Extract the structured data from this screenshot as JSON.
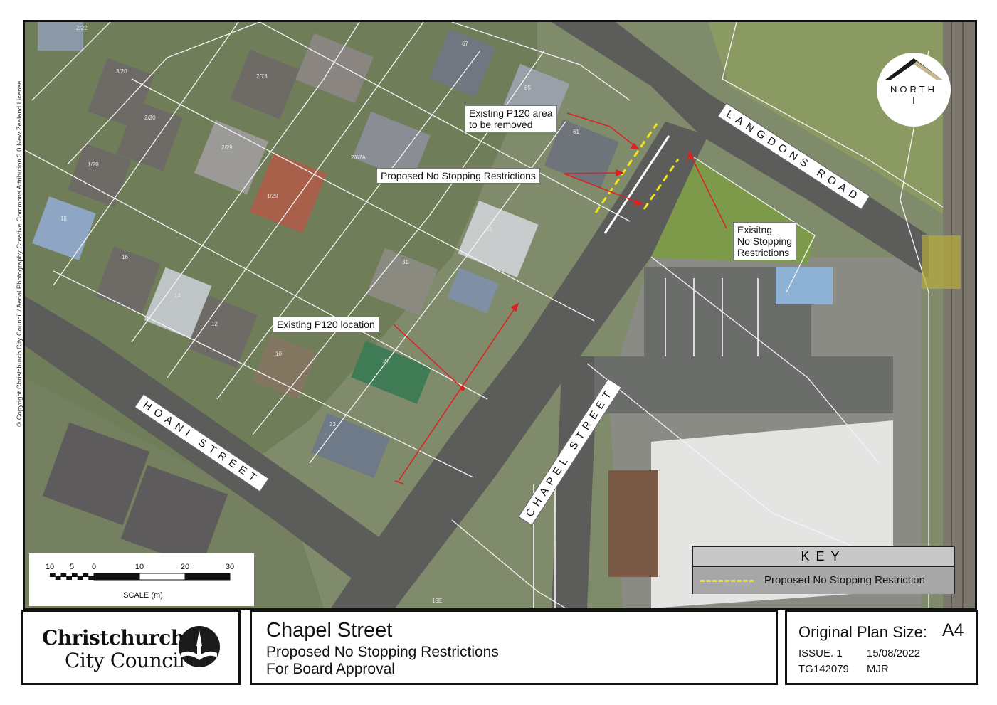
{
  "map": {
    "callouts": {
      "existing_p120_area_line1": "Existing P120 area",
      "existing_p120_area_line2": "to be removed",
      "proposed_no_stopping": "Proposed No Stopping Restrictions",
      "existing_no_stopping_line1": "Exisitng",
      "existing_no_stopping_line2": "No Stopping",
      "existing_no_stopping_line3": "Restrictions",
      "existing_p120_location": "Existing P120 location"
    },
    "streets": {
      "langdons_road": "LANGDONS ROAD",
      "chapel_street": "CHAPEL STREET",
      "hoani_street": "HOANI STREET"
    },
    "property_numbers": [
      "2/22",
      "3/20",
      "2/20",
      "1/20",
      "18",
      "16",
      "14",
      "12",
      "10",
      "2/73",
      "2/29",
      "1/29",
      "2/67A",
      "67",
      "65",
      "61",
      "35",
      "31",
      "27",
      "23",
      "16E"
    ],
    "north_label": "NORTH",
    "copyright": "© Copyright Christchurch City Council / Aerial Photography Creative Commons Attribution 3.0 New Zealand License",
    "scale": {
      "ticks": [
        "10",
        "5",
        "0",
        "10",
        "20",
        "30"
      ],
      "label": "SCALE (m)"
    },
    "key": {
      "title": "KEY",
      "item_label": "Proposed No Stopping Restriction",
      "item_color": "#f2e21a"
    },
    "colors": {
      "callout_arrow": "#e02020",
      "restriction_line": "#f2e21a",
      "road": "#5c5d5a"
    }
  },
  "title_block": {
    "logo_line1": "Christchurch",
    "logo_line2": "City Council",
    "project_title": "Chapel Street",
    "project_subtitle1": "Proposed No Stopping Restrictions",
    "project_subtitle2": "For Board Approval",
    "plan_size_label": "Original Plan Size:",
    "plan_size_value": "A4",
    "issue": "ISSUE. 1",
    "date": "15/08/2022",
    "drawing_number": "TG142079",
    "drawn_by": "MJR"
  }
}
